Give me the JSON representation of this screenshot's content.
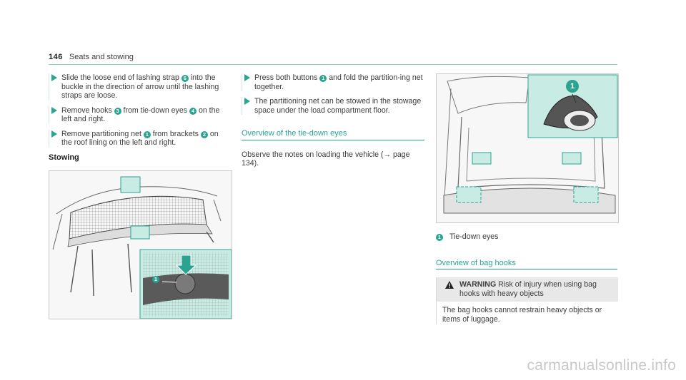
{
  "header": {
    "page_number": "146",
    "section": "Seats and stowing"
  },
  "col1": {
    "steps": [
      {
        "parts": [
          "Slide the loose end of lashing strap ",
          "6",
          " into the buckle in the direction of arrow until the lashing straps are loose."
        ]
      },
      {
        "parts": [
          "Remove hooks ",
          "3",
          " from tie-down eyes ",
          "4",
          " on the left and right."
        ]
      },
      {
        "parts": [
          "Remove partitioning net ",
          "1",
          " from brackets ",
          "2",
          " on the roof lining on the left and right."
        ]
      }
    ],
    "subheading": "Stowing",
    "figure_callout": "1"
  },
  "col2": {
    "steps": [
      {
        "parts": [
          "Press both buttons ",
          "1",
          " and fold the partition-ing net together."
        ]
      },
      {
        "parts": [
          "The partitioning net can be stowed in the stowage space under the load compartment floor."
        ]
      }
    ],
    "section_heading": "Overview of the tie-down eyes",
    "paragraph": "Observe the notes on loading the vehicle (→ page 134)."
  },
  "col3": {
    "figure_callout": "1",
    "caption_num": "1",
    "caption_text": "Tie-down eyes",
    "section_heading": "Overview of bag hooks",
    "warning": {
      "label": "WARNING",
      "title_rest": " Risk of injury when using bag hooks with heavy objects",
      "body": "The bag hooks cannot restrain heavy objects or items of luggage."
    }
  },
  "watermark": "carmanualsonline.info",
  "colors": {
    "accent": "#2aa391",
    "highlight": "#c8ece3"
  }
}
